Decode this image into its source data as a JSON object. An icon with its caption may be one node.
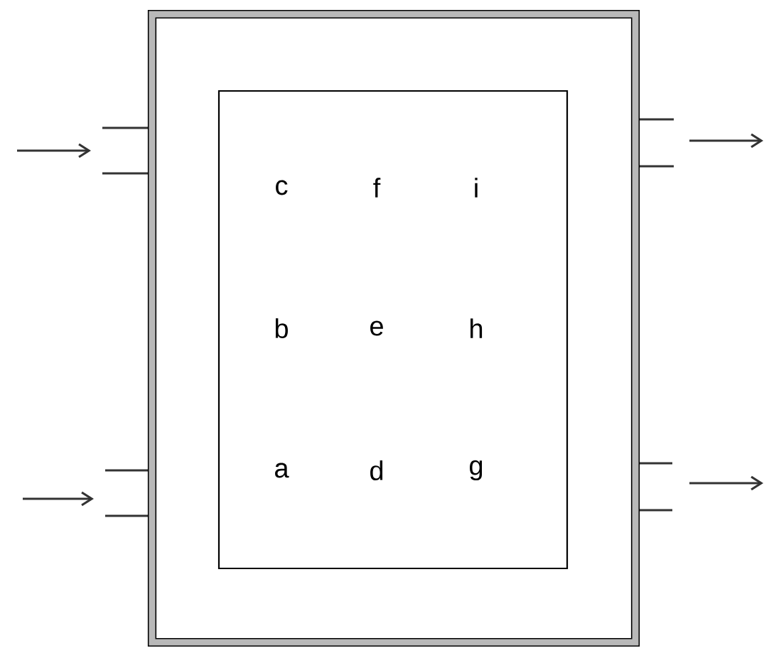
{
  "diagram": {
    "nodes": [
      {
        "text": [],
        "shape": "box"
      },
      {
        "text": [],
        "shape": "box",
        "in": 0
      }
    ],
    "labels": [
      "c",
      "f",
      "i",
      "b",
      "e",
      "h",
      "a",
      "d",
      "g"
    ]
  }
}
